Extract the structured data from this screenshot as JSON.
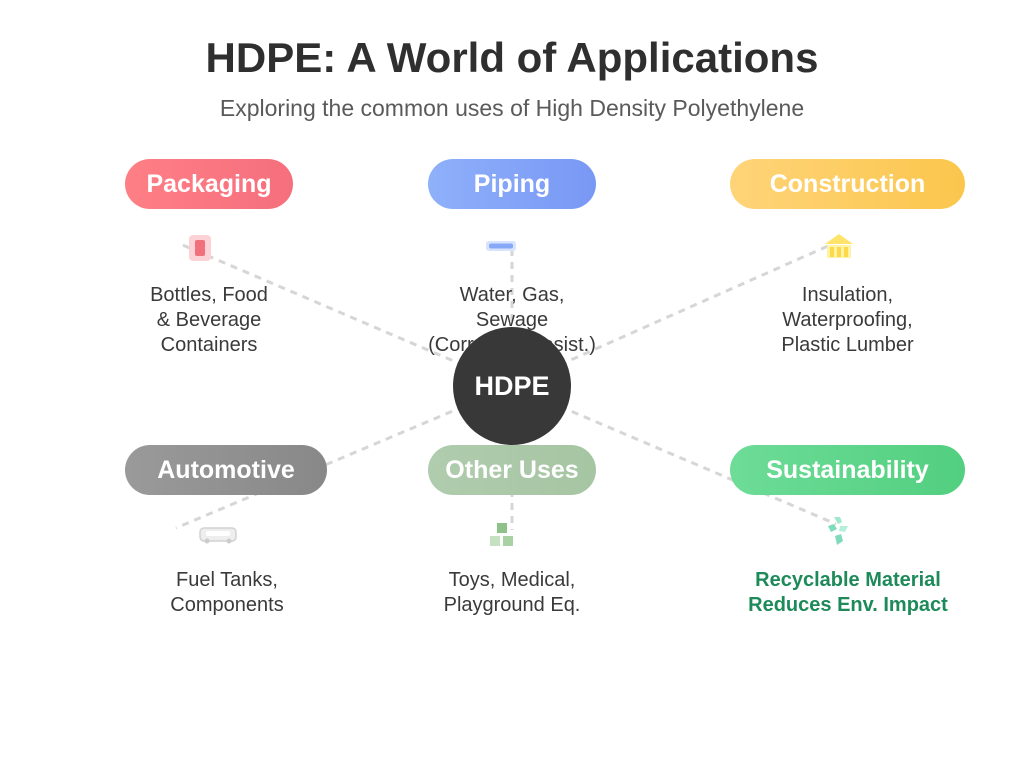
{
  "title": "HDPE: A World of Applications",
  "subtitle": "Exploring the common uses of High Density Polyethylene",
  "hub": {
    "label": "HDPE"
  },
  "categories": [
    {
      "label": "Packaging",
      "icon": "bottle-icon",
      "description": "Bottles, Food\n& Beverage\nContainers",
      "color": "#f56f7d"
    },
    {
      "label": "Piping",
      "icon": "pipe-icon",
      "description": "Water, Gas,\nSewage\n(Corrosion-Resist.)",
      "color": "#7898f5"
    },
    {
      "label": "Construction",
      "icon": "building-icon",
      "description": "Insulation,\nWaterproofing,\nPlastic Lumber",
      "color": "#fbc64c"
    },
    {
      "label": "Automotive",
      "icon": "car-icon",
      "description": "Fuel Tanks,\nComponents",
      "color": "#888888"
    },
    {
      "label": "Other Uses",
      "icon": "blocks-icon",
      "description": "Toys, Medical,\nPlayground Eq.",
      "color": "#a6c5a2"
    },
    {
      "label": "Sustainability",
      "icon": "recycle-icon",
      "description": "Recyclable Material\nReduces Env. Impact",
      "color": "#52cf80"
    }
  ]
}
